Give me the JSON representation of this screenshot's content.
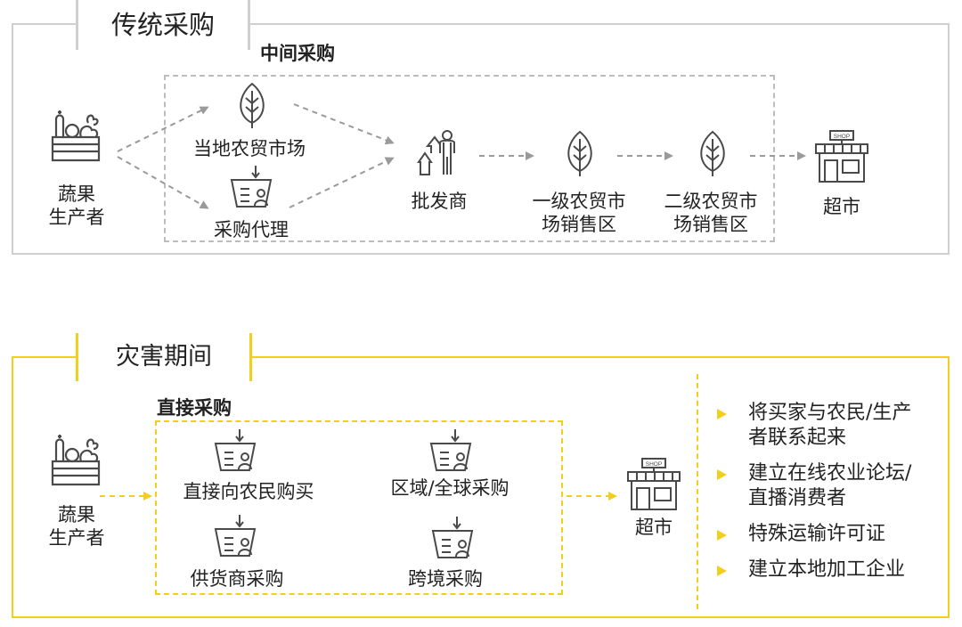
{
  "section1": {
    "title": "传统采购",
    "sub_title": "中间采购",
    "producer": "蔬果\n生产者",
    "local_market": "当地农贸市场",
    "agent": "采购代理",
    "wholesaler": "批发商",
    "first_market": "一级农贸市\n场销售区",
    "second_market": "二级农贸市\n场销售区",
    "supermarket": "超市",
    "shop_sign": "SHOP"
  },
  "section2": {
    "title": "灾害期间",
    "sub_title": "直接采购",
    "producer": "蔬果\n生产者",
    "items": [
      "直接向农民购买",
      "区域/全球采购",
      "供货商采购",
      "跨境采购"
    ],
    "supermarket": "超市",
    "shop_sign": "SHOP",
    "bullets": [
      "将买家与农民/生产\n者联系起来",
      "建立在线农业论坛/\n直播消费者",
      "特殊运输许可证",
      "建立本地加工企业"
    ]
  },
  "colors": {
    "gray_border": "#c8c8c8",
    "yellow": "#f2cf1b",
    "dashed_gray": "#b8b8b8",
    "icon": "#4a4a4a"
  }
}
